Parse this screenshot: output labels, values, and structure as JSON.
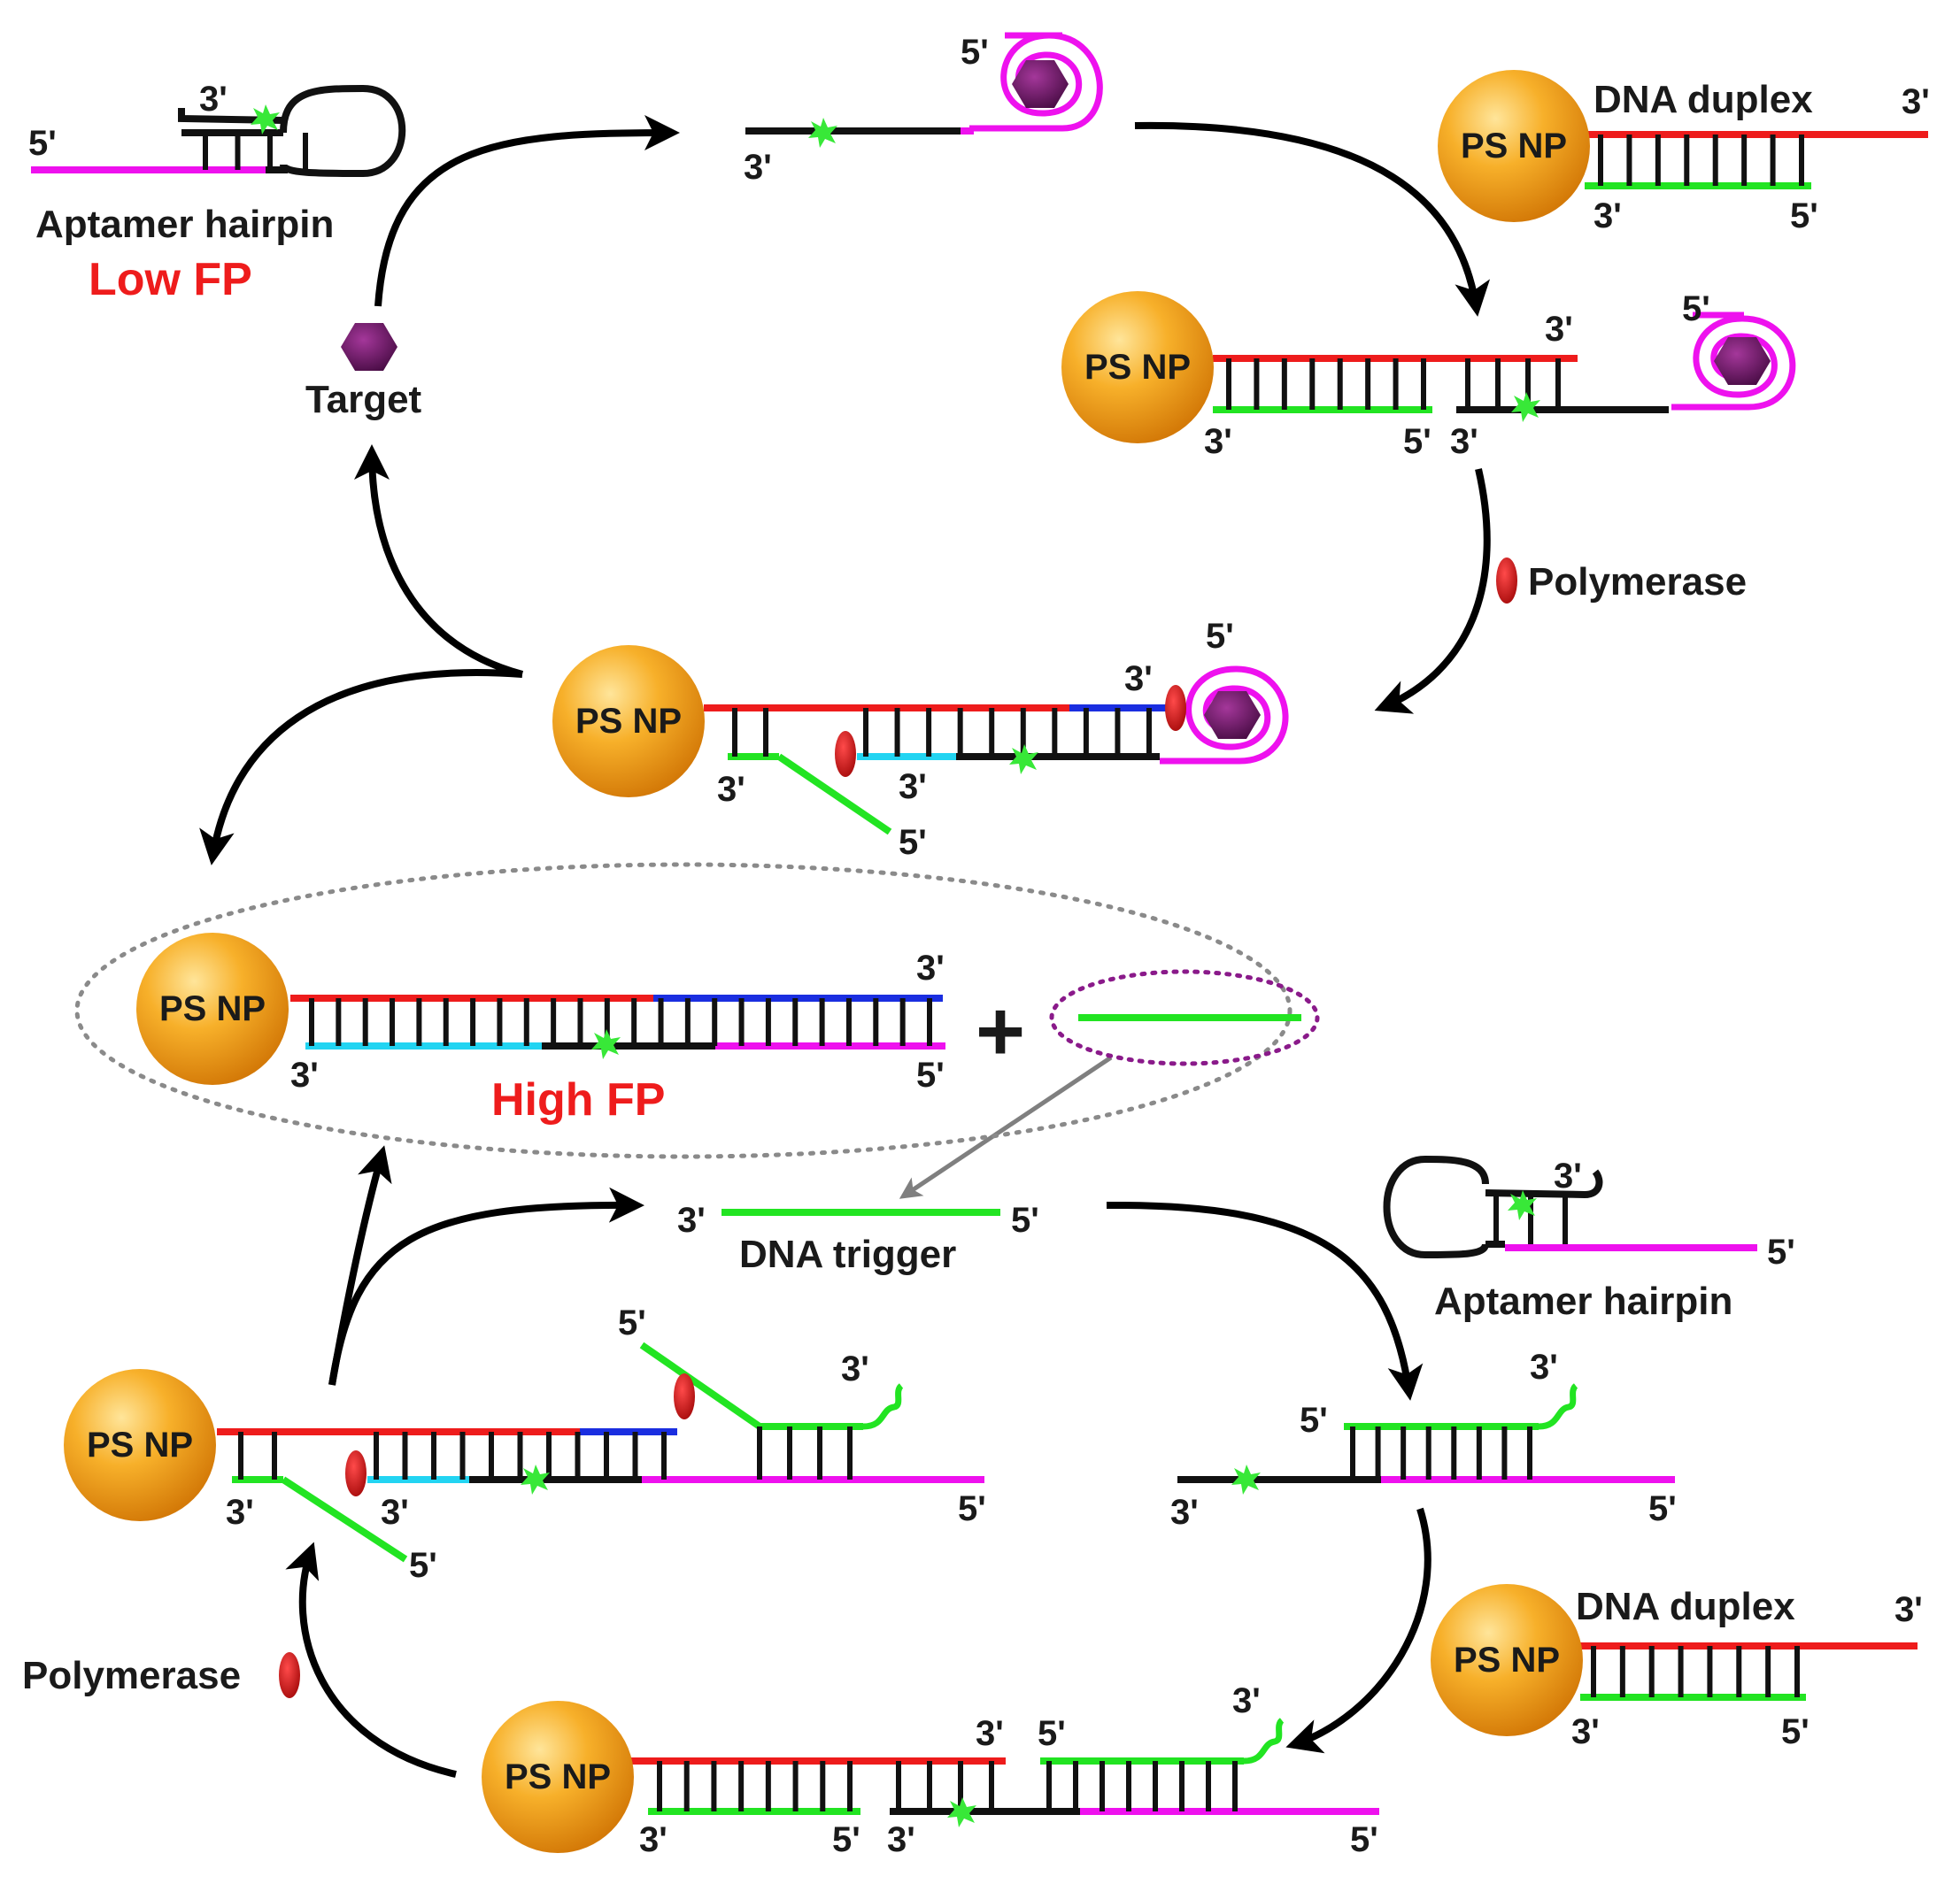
{
  "labels": {
    "nanoparticle": "PS NP",
    "aptamer_hairpin": "Aptamer hairpin",
    "low_fp": "Low FP",
    "high_fp": "High FP",
    "target": "Target",
    "polymerase": "Polymerase",
    "dna_duplex": "DNA duplex",
    "dna_trigger": "DNA trigger",
    "plus": "+",
    "end_5": "5'",
    "end_3": "3'"
  },
  "colors": {
    "primer_strand": "#ee1c1c",
    "complement_strand": "#22e422",
    "aptamer_region": "#ee11ee",
    "extension_blue": "#1a2ee0",
    "extension_cyan": "#22d4f2",
    "backbone": "#111111",
    "fp_label": "#ee1c1c",
    "nanoparticle": "#f3a21b",
    "target": "#6b1566",
    "polymerase": "#cc1111",
    "fluorophore": "#38e838",
    "ellipse_outline": "#8a8a8a",
    "trigger_ellipse": "#8a1a8a"
  },
  "icons": {
    "nanoparticle": "orange-sphere",
    "target": "purple-hexagon",
    "polymerase": "red-oval",
    "fluorophore": "green-star"
  }
}
